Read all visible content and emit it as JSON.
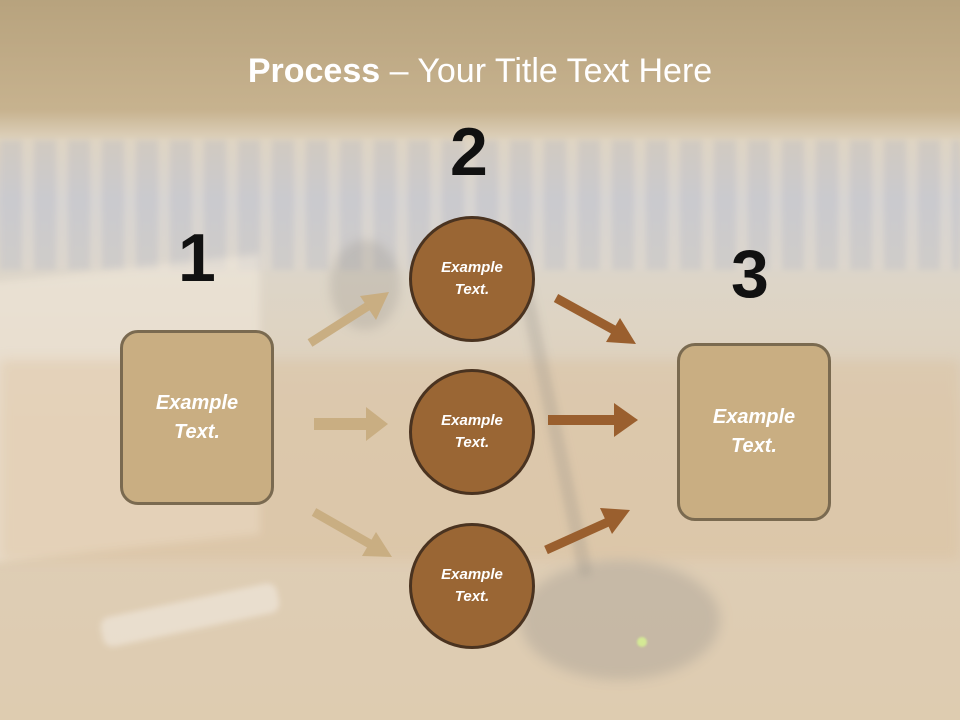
{
  "title": {
    "bold": "Process",
    "rest": " – Your Title Text Here"
  },
  "steps": {
    "one": "1",
    "two": "2",
    "three": "3"
  },
  "left_box": {
    "text": "Example\nText."
  },
  "right_box": {
    "text": "Example\nText."
  },
  "circles": [
    {
      "text": "Example\nText."
    },
    {
      "text": "Example\nText."
    },
    {
      "text": "Example\nText."
    }
  ],
  "colors": {
    "box_fill": "#c9ae82",
    "circle_fill": "#9a6634",
    "arrow_light": "#c9ae82",
    "arrow_dark": "#9a5f2e"
  }
}
